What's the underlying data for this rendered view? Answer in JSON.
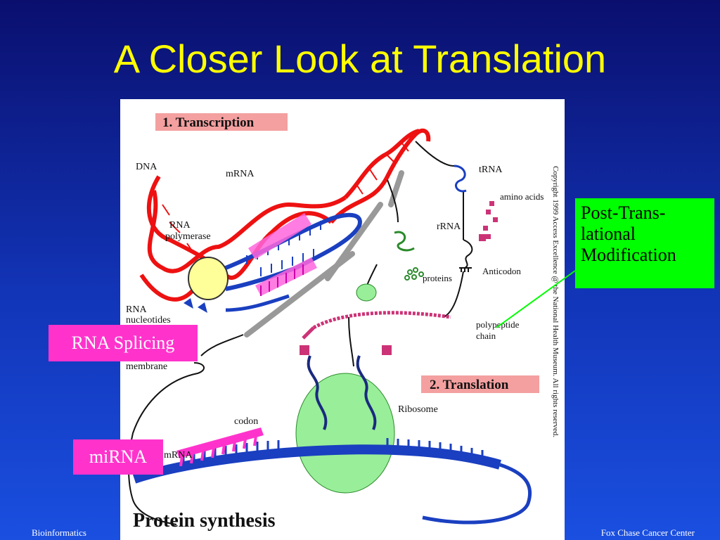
{
  "slide": {
    "title": "A Closer Look at Translation",
    "footer_left": "Bioinformatics",
    "footer_right": "Fox Chase Cancer Center"
  },
  "figure": {
    "transcription_heading": "1. Transcription",
    "translation_heading": "2. Translation",
    "caption": "Protein synthesis",
    "copyright": "Copyright 1999 Access Excellence @ the National Health Museum. All rights reserved.",
    "labels": {
      "dna": "DNA",
      "mrna_top": "mRNA",
      "rna_polymerase_1": "RNA",
      "rna_polymerase_2": "polymerase",
      "trna": "tRNA",
      "amino_acids": "amino acids",
      "rrna": "rRNA",
      "proteins": "proteins",
      "anticodon": "Anticodon",
      "rna_nucleotides_1": "RNA",
      "rna_nucleotides_2": "nucleotides",
      "polypeptide_1": "polypeptide",
      "polypeptide_2": "chain",
      "membrane": "membrane",
      "ribosome": "Ribosome",
      "codon": "codon",
      "mrna_bottom": "mRNA"
    }
  },
  "callouts": {
    "ptm_line1": "Post-Trans-",
    "ptm_line2": "lational",
    "ptm_line3": "Modification",
    "splicing": "RNA Splicing",
    "mirna": "miRNA"
  },
  "colors": {
    "title": "#ffff00",
    "ptm_box": "#00ff00",
    "pink_box": "#ff33cc",
    "dna_red": "#ee1111",
    "rna_blue": "#1a3fc0",
    "ribosome_green": "#99ee99"
  }
}
